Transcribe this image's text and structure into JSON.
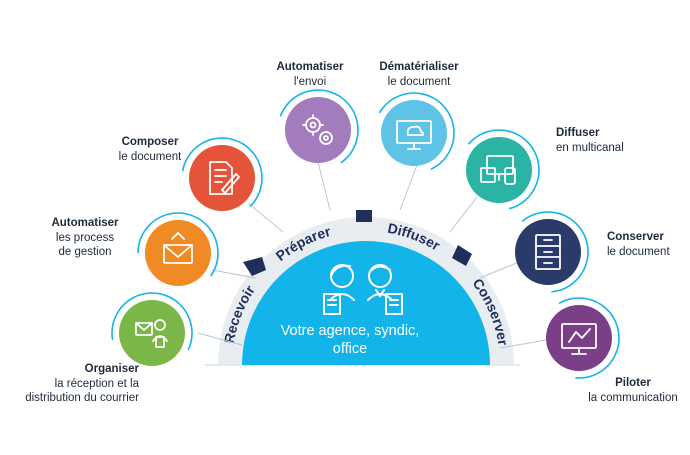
{
  "center": {
    "line1": "Votre agence, syndic,",
    "line2": "office"
  },
  "arc_labels": {
    "recevoir": "Recevoir",
    "preparer": "Préparer",
    "diffuser": "Diffuser",
    "conserver": "Conserver"
  },
  "nodes": [
    {
      "id": "organiser",
      "title": "Organiser",
      "line2": "la réception et la",
      "line3": "distribution du courrier",
      "color": "#7ab648",
      "icon": "mail-scanner-icon"
    },
    {
      "id": "automatiser-process",
      "title": "Automatiser",
      "line2": "les process",
      "line3": "de gestion",
      "color": "#f08a24",
      "icon": "envelope-icon"
    },
    {
      "id": "composer",
      "title": "Composer",
      "line2": "le document",
      "color": "#e5533b",
      "icon": "document-pen-icon"
    },
    {
      "id": "automatiser-envoi",
      "title": "Automatiser",
      "line2": "l'envoi",
      "color": "#a27cbd",
      "icon": "gears-icon"
    },
    {
      "id": "dematerialiser",
      "title": "Dématérialiser",
      "line2": "le document",
      "color": "#5ec3e6",
      "icon": "cloud-monitor-icon"
    },
    {
      "id": "diffuser",
      "title": "Diffuser",
      "line2": "en multicanal",
      "color": "#2bb3a3",
      "icon": "devices-icon"
    },
    {
      "id": "conserver",
      "title": "Conserver",
      "line2": "le document",
      "color": "#2a3a6b",
      "icon": "cabinet-icon"
    },
    {
      "id": "piloter",
      "title": "Piloter",
      "line2": "la communication",
      "color": "#7a3f86",
      "icon": "chart-board-icon"
    }
  ],
  "colors": {
    "dome": "#13b4ea",
    "ring": "#13b4ea",
    "dark": "#1f2f5a"
  }
}
